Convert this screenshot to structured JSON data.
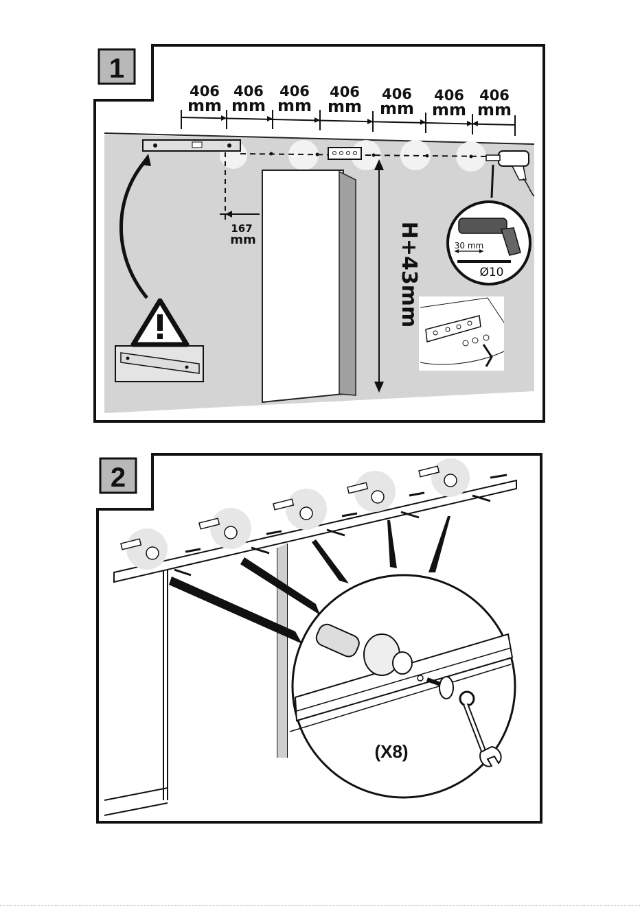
{
  "step1": {
    "number": "1",
    "spacing_value": "406",
    "spacing_unit": "mm",
    "spacings": [
      {
        "value": "406",
        "unit": "mm"
      },
      {
        "value": "406",
        "unit": "mm"
      },
      {
        "value": "406",
        "unit": "mm"
      },
      {
        "value": "406",
        "unit": "mm"
      },
      {
        "value": "406",
        "unit": "mm"
      },
      {
        "value": "406",
        "unit": "mm"
      },
      {
        "value": "406",
        "unit": "mm"
      }
    ],
    "offset": {
      "value": "167",
      "unit": "mm"
    },
    "height_label": "H+43mm",
    "drill_depth": "30 mm",
    "drill_diameter": "Ø10"
  },
  "step2": {
    "number": "2",
    "quantity": "(X8)"
  },
  "icons": {
    "warning": "warning-triangle-icon",
    "level": "spirit-level-icon",
    "drill": "power-drill-icon",
    "wrench": "wrench-icon",
    "allen_key": "allen-key-icon"
  },
  "colors": {
    "ink": "#111111",
    "wall": "#d4d4d4",
    "highlight": "#ececec",
    "box": "#b8b8b8"
  }
}
